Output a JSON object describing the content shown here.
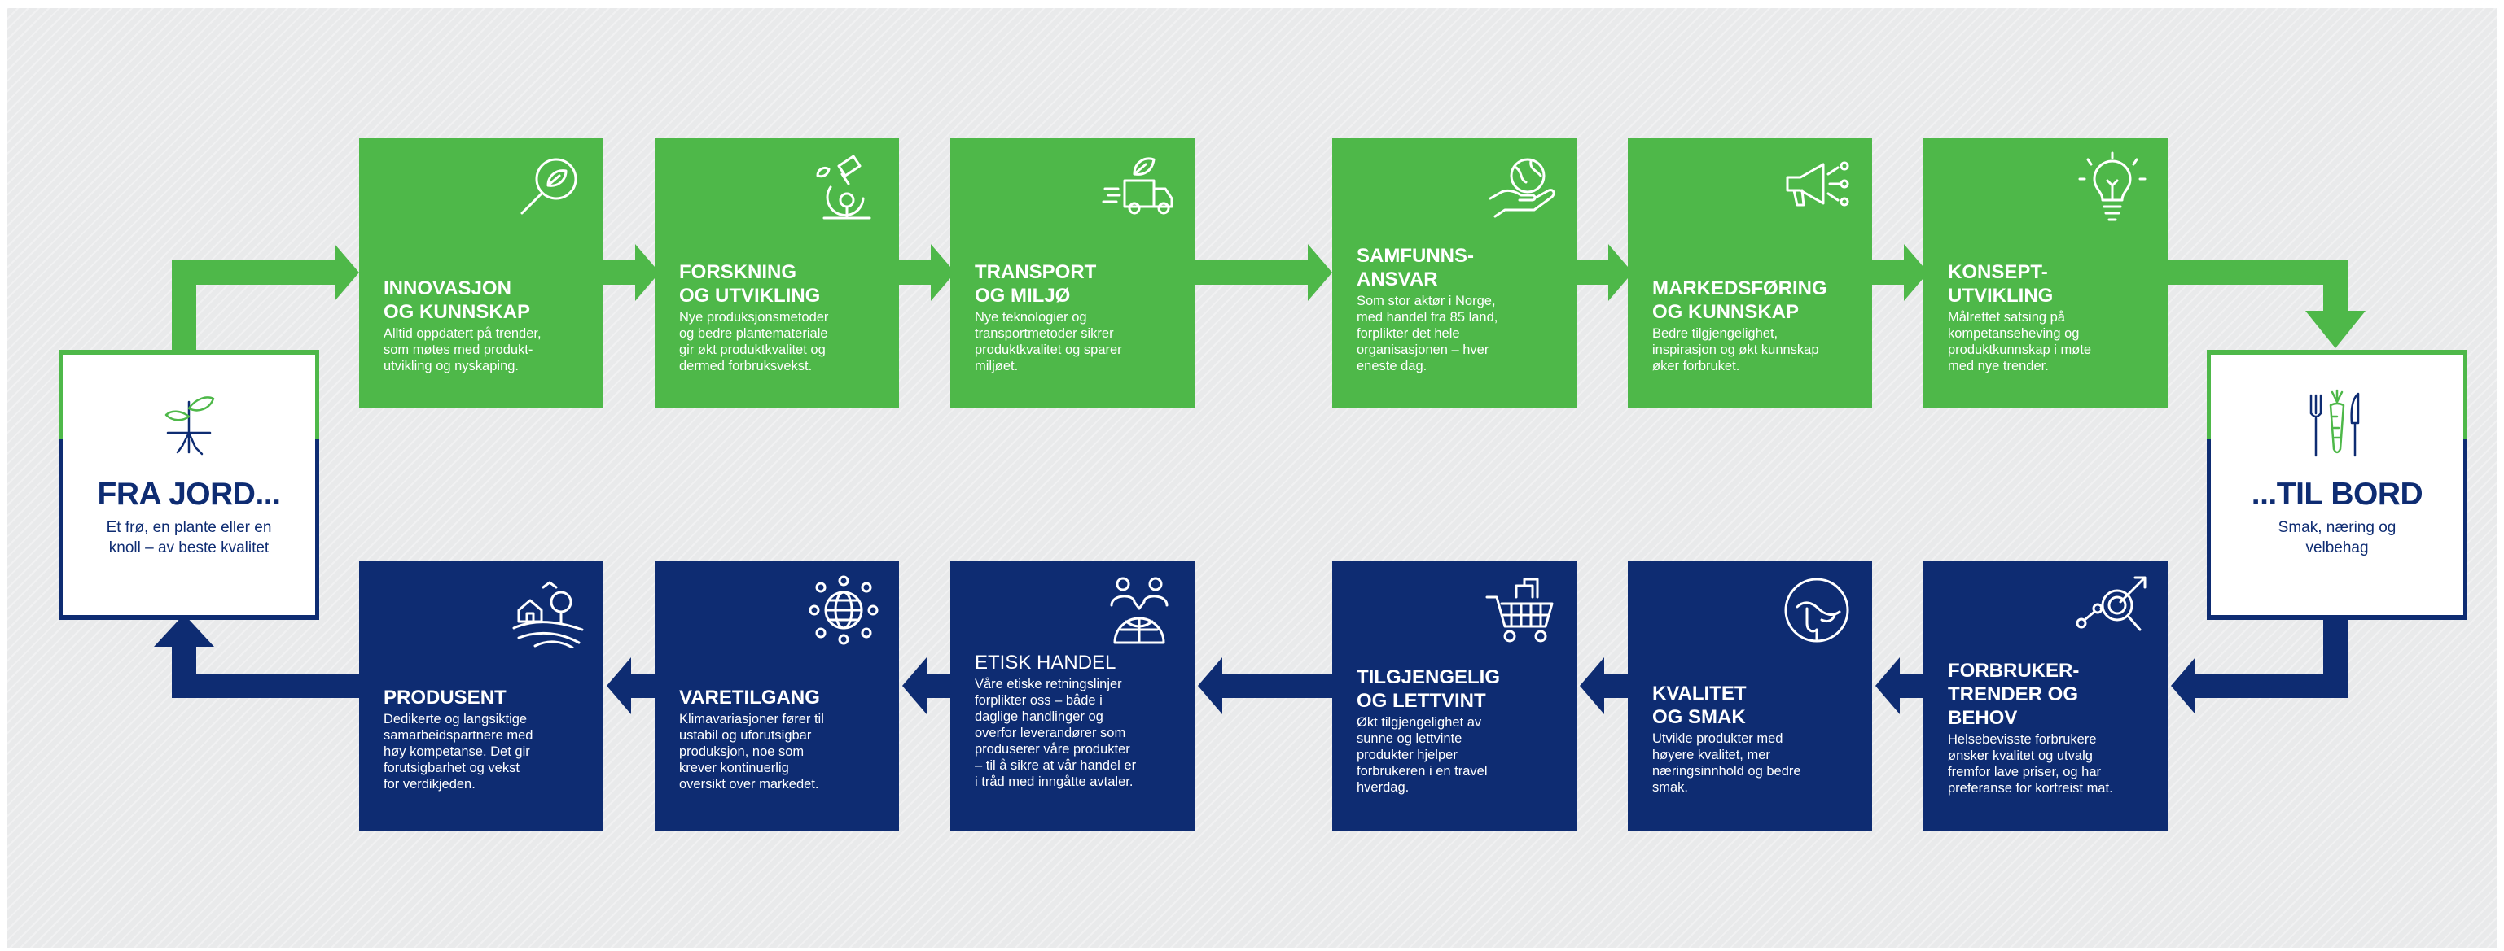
{
  "colors": {
    "green": "#4eb849",
    "navy": "#0e2c72",
    "background": "#e9eaeb",
    "white": "#ffffff"
  },
  "start": {
    "title": "FRA JORD...",
    "subtitle": "Et frø, en plante eller en\nknoll – av beste kvalitet",
    "icon": "sprout-roots-icon"
  },
  "end": {
    "title": "...TIL BORD",
    "subtitle": "Smak, næring og\nvelbehag",
    "icon": "fork-carrot-knife-icon"
  },
  "top_row": [
    {
      "title": "INNOVASJON\nOG KUNNSKAP",
      "text": "Alltid oppdatert på trender,\nsom møtes med produkt-\nutvikling og nyskaping.",
      "icon": "magnifier-leaf-icon"
    },
    {
      "title": "FORSKNING\nOG UTVIKLING",
      "text": "Nye produksjonsmetoder\nog bedre plantemateriale\ngir økt produktkvalitet og\ndermed forbruksvekst.",
      "icon": "microscope-icon"
    },
    {
      "title": "TRANSPORT\nOG MILJØ",
      "text": "Nye teknologier og\ntransportmetoder sikrer\nproduktkvalitet og sparer\nmiljøet.",
      "icon": "delivery-truck-leaf-icon"
    },
    {
      "title": "SAMFUNNS-\nANSVAR",
      "text": "Som stor aktør i Norge,\nmed handel fra 85 land,\nforplikter det hele\norganisasjonen – hver\neneste dag.",
      "icon": "hand-globe-icon"
    },
    {
      "title": "MARKEDSFØRING\nOG KUNNSKAP",
      "text": "Bedre tilgjengelighet,\ninspirasjon og økt kunnskap\nøker forbruket.",
      "icon": "megaphone-icon"
    },
    {
      "title": "KONSEPT-\nUTVIKLING",
      "text": "Målrettet satsing på\nkompetanseheving og\nproduktkunnskap i møte\nmed nye trender.",
      "icon": "lightbulb-icon"
    }
  ],
  "bottom_row": [
    {
      "title": "PRODUSENT",
      "text": "Dedikerte og langsiktige\nsamarbeidspartnere med\nhøy kompetanse. Det gir\nforutsigbarhet og vekst\nfor verdikjeden.",
      "icon": "farm-landscape-icon"
    },
    {
      "title": "VARETILGANG",
      "text": "Klimavariasjoner fører til\nustabil og uforutsigbar\nproduksjon, noe som\nkrever kontinuerlig\noversikt over markedet.",
      "icon": "globe-network-icon"
    },
    {
      "title": "ETISK HANDEL",
      "text": "Våre etiske retningslinjer\nforplikter oss – både i\ndaglige handlinger og\noverfor leverandører som\nproduserer våre produkter\n– til å sikre at vår handel er\ni tråd med inngåtte avtaler.",
      "icon": "people-globe-icon"
    },
    {
      "title": "TILGJENGELIG\nOG LETTVINT",
      "text": "Økt tilgjengelighet av\nsunne og lettvinte\nprodukter hjelper\nforbrukeren i en travel\nhverdag.",
      "icon": "shopping-cart-icon"
    },
    {
      "title": "KVALITET\nOG SMAK",
      "text": "Utvikle produkter med\nhøyere kvalitet, mer\nnæringsinnhold og bedre\nsmak.",
      "icon": "tasting-face-icon"
    },
    {
      "title": "FORBRUKER-\nTRENDER OG\nBEHOV",
      "text": "Helsebevisste forbrukere\nønsker kvalitet og utvalg\nfremfor lave priser, og har\npreferanse for kortreist mat.",
      "icon": "trend-analysis-icon"
    }
  ]
}
